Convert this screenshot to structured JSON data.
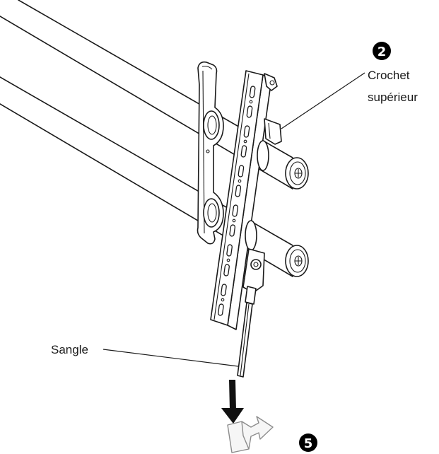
{
  "callouts": {
    "upper_hook": "2",
    "pull_step": "5"
  },
  "labels": {
    "upper_hook_line1": "Crochet",
    "upper_hook_line2": "supérieur",
    "strap": "Sangle"
  },
  "icons": {
    "pull_direction": "down-arrow-icon",
    "step_indicator": "bent-arrow-icon"
  },
  "colors": {
    "line": "#1a1a1a",
    "callout_fill": "#000000",
    "callout_text": "#ffffff",
    "step_arrow_outline": "#8c8c8c"
  }
}
